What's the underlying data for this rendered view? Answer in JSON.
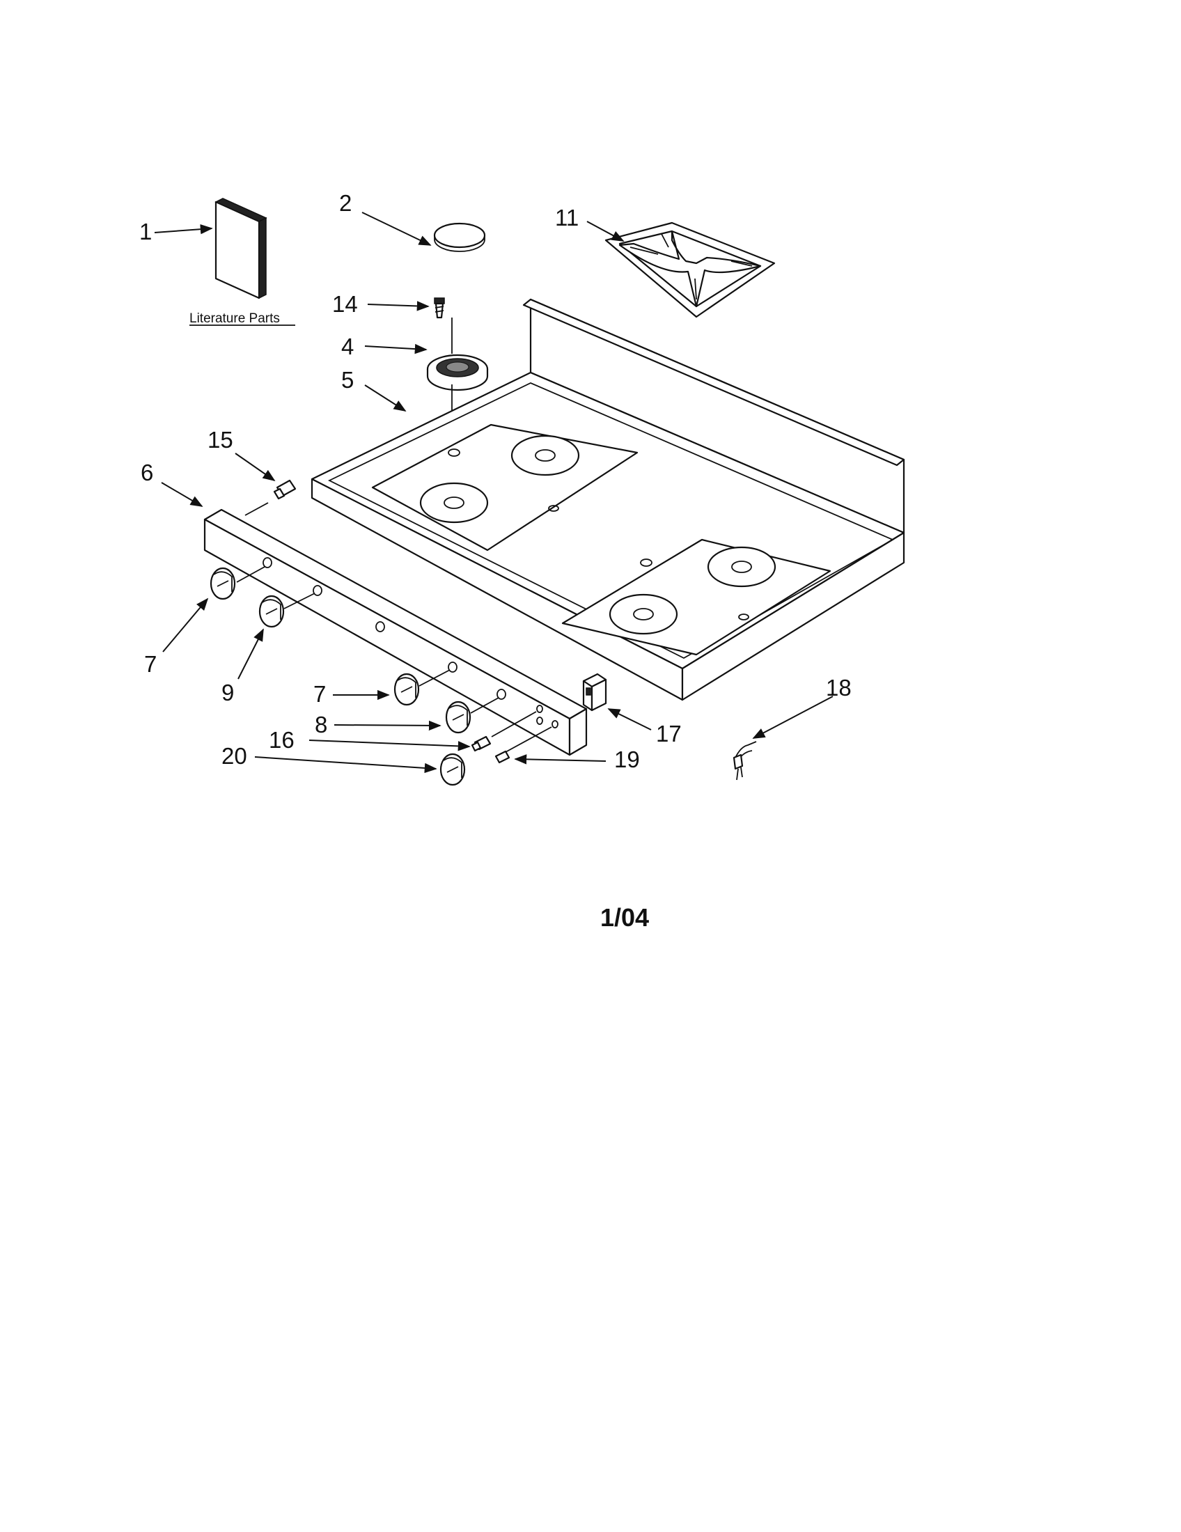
{
  "diagram": {
    "caption": "Literature Parts",
    "date_code": "1/04",
    "callouts": [
      {
        "id": "c1",
        "number": "1"
      },
      {
        "id": "c2",
        "number": "2"
      },
      {
        "id": "c11",
        "number": "11"
      },
      {
        "id": "c14",
        "number": "14"
      },
      {
        "id": "c4",
        "number": "4"
      },
      {
        "id": "c5",
        "number": "5"
      },
      {
        "id": "c15",
        "number": "15"
      },
      {
        "id": "c6",
        "number": "6"
      },
      {
        "id": "c7a",
        "number": "7"
      },
      {
        "id": "c9",
        "number": "9"
      },
      {
        "id": "c7b",
        "number": "7"
      },
      {
        "id": "c8",
        "number": "8"
      },
      {
        "id": "c16",
        "number": "16"
      },
      {
        "id": "c20",
        "number": "20"
      },
      {
        "id": "c17",
        "number": "17"
      },
      {
        "id": "c19",
        "number": "19"
      },
      {
        "id": "c18",
        "number": "18"
      }
    ]
  }
}
